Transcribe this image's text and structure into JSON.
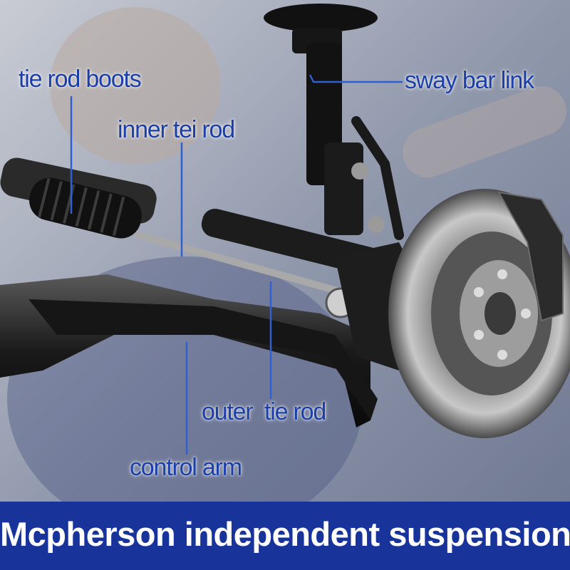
{
  "labels": {
    "tie_rod_boots": "tie rod boots",
    "inner_tie_rod": "inner tei rod",
    "sway_bar_link": "sway bar link",
    "outer_tie_rod": "outer  tie rod",
    "control_arm": "control arm"
  },
  "caption": "Mcpherson independent suspension",
  "colors": {
    "label_text": "#1b3fa6",
    "leader_line": "#2f5fd0",
    "caption_bar": "#18349a",
    "caption_text": "#ffffff",
    "background": "#8a93a8"
  }
}
